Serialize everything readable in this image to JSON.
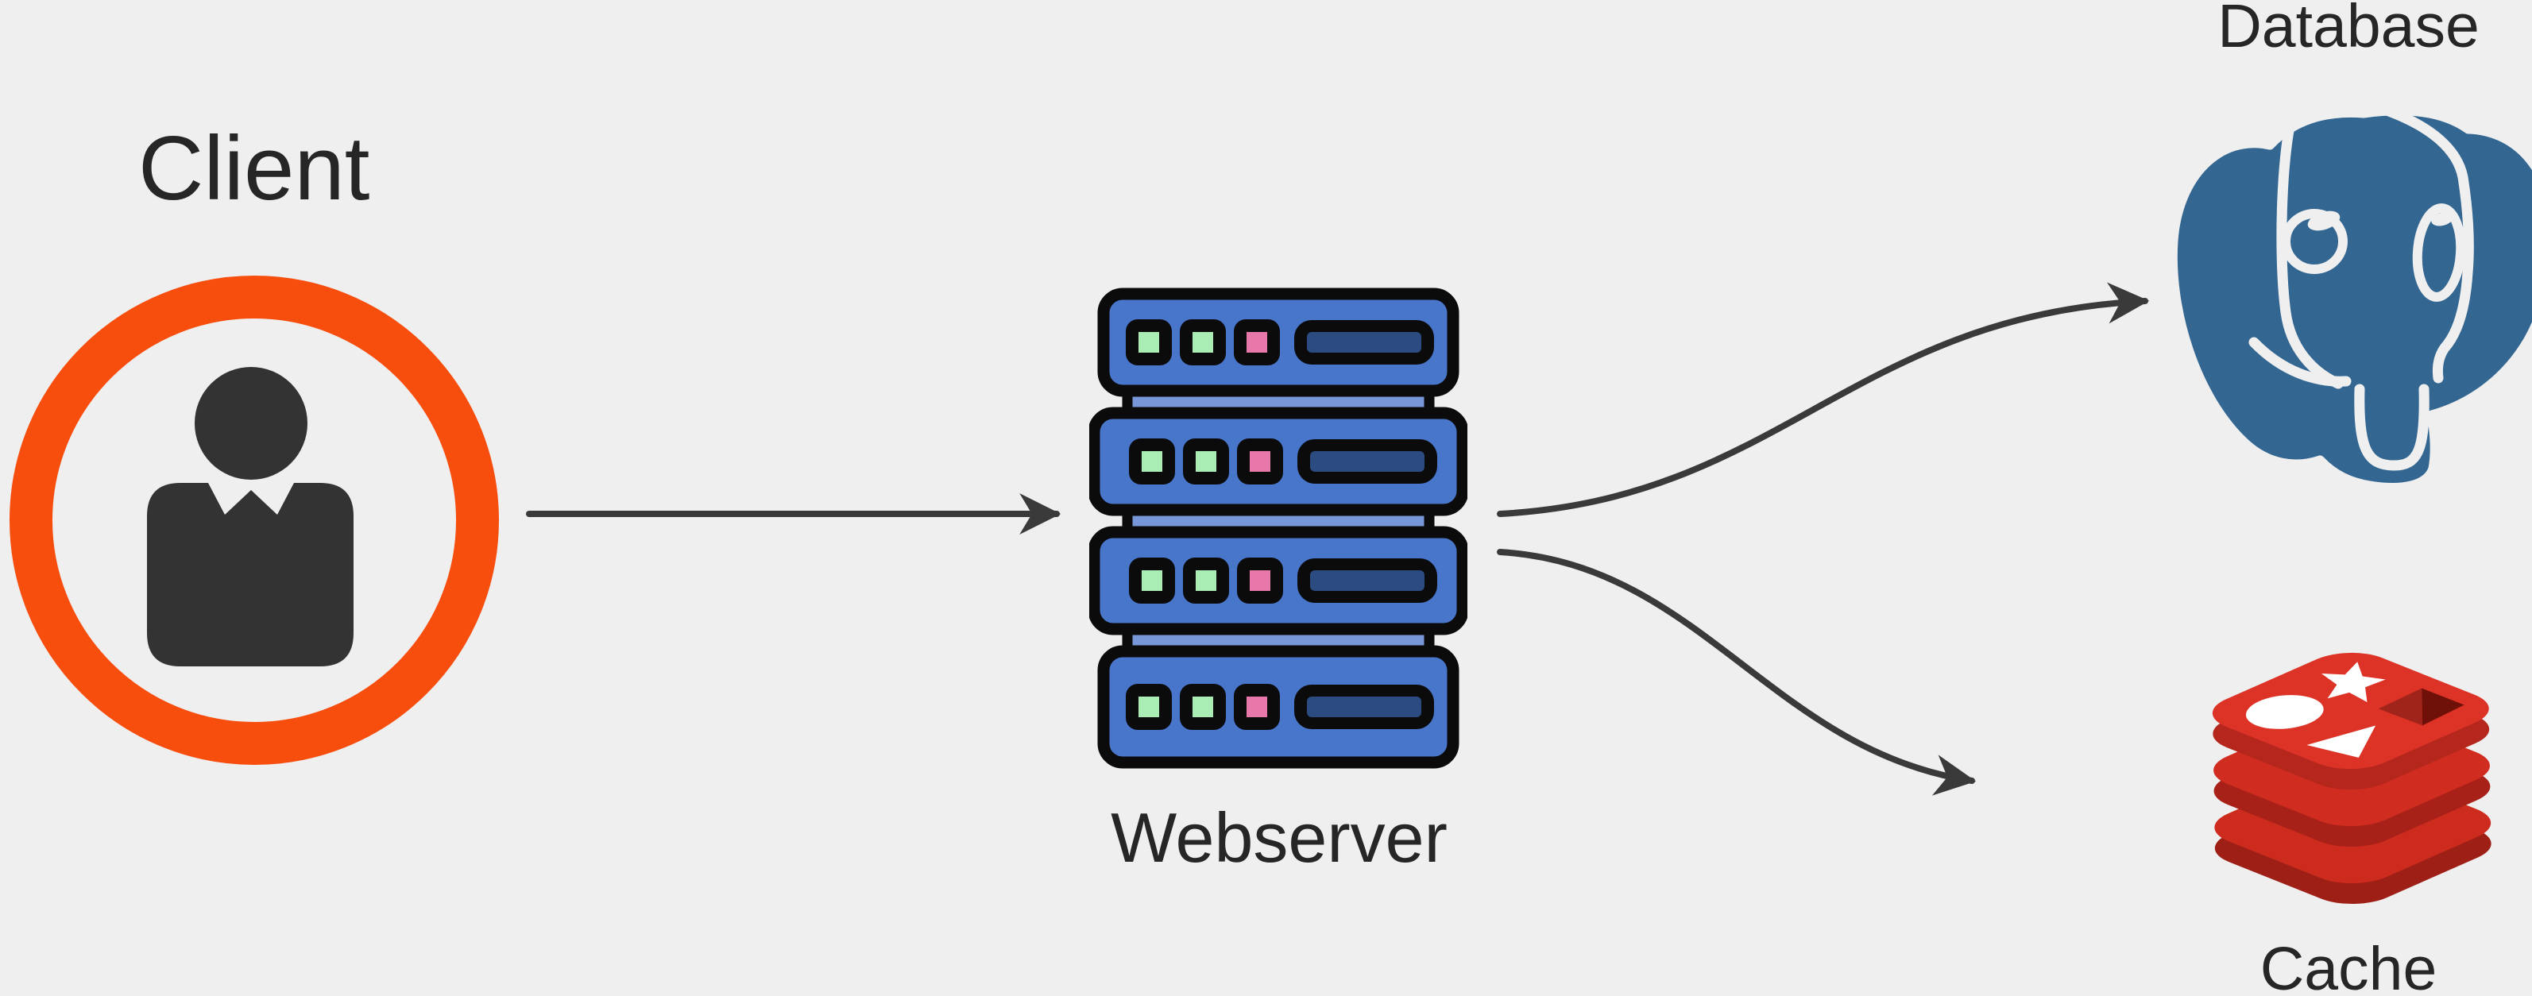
{
  "canvas": {
    "background": "#f0eff0",
    "text_color": "#262626",
    "arrow_color": "#3a3a3a"
  },
  "nodes": [
    {
      "id": "client",
      "label": "Client",
      "icon": "person-in-circle-icon",
      "colors": {
        "ring": "#f74e0e",
        "person": "#333333"
      }
    },
    {
      "id": "webserver",
      "label": "Webserver",
      "icon": "server-rack-icon",
      "colors": {
        "body": "#4876cb",
        "band": "#7897d9",
        "slot": "#2c4b80",
        "led_green": "#a9ecb4",
        "led_pink": "#e878aa",
        "outline": "#0b0b0b"
      }
    },
    {
      "id": "database",
      "label": "Database",
      "icon": "postgresql-elephant-icon",
      "colors": {
        "blue": "#336791",
        "outline": "#f0eff0"
      }
    },
    {
      "id": "cache",
      "label": "Cache",
      "icon": "redis-stack-icon",
      "colors": {
        "red_top": "#dd3327",
        "red_side": "#b5271d",
        "red_mid": "#d02c20",
        "red_dark": "#9e1f15",
        "hole_lit": "#a02419",
        "hole_shadow": "#6f1009",
        "shapes": "#ffffff"
      }
    }
  ],
  "edges": [
    {
      "from": "client",
      "to": "webserver",
      "style": "straight"
    },
    {
      "from": "webserver",
      "to": "database",
      "style": "curved"
    },
    {
      "from": "webserver",
      "to": "cache",
      "style": "curved"
    }
  ]
}
